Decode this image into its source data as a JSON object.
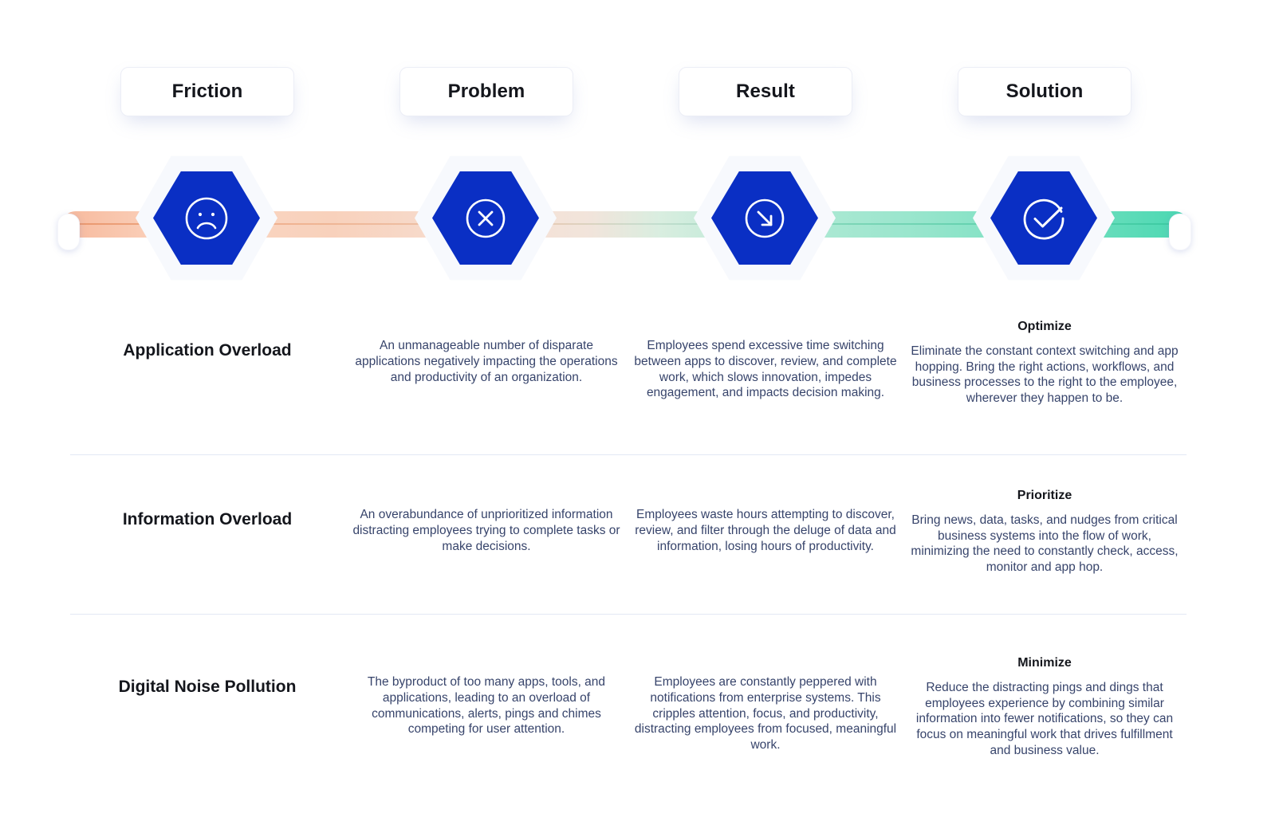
{
  "theme": {
    "hex_blue": "#0a2fc4",
    "hex_halo": "#f7f9fd",
    "rail_start": "#f6b394",
    "rail_end": "#3ad4ab",
    "divider": "#e3e8f4",
    "heading": "#14161c",
    "body_text": "#37446b"
  },
  "header": {
    "chips": [
      {
        "label": "Friction"
      },
      {
        "label": "Problem"
      },
      {
        "label": "Result"
      },
      {
        "label": "Solution"
      }
    ]
  },
  "rail": {
    "nodes": [
      {
        "icon": "sad-face-icon",
        "stage": "Friction"
      },
      {
        "icon": "x-circle-icon",
        "stage": "Problem"
      },
      {
        "icon": "arrow-down-right-circle-icon",
        "stage": "Result"
      },
      {
        "icon": "check-circle-icon",
        "stage": "Solution"
      }
    ]
  },
  "rows": [
    {
      "title": "Application Overload",
      "problem_head": "",
      "problem_body": "An unmanageable number of disparate applications negatively impacting the operations and productivity of an organization.",
      "result_head": "",
      "result_body": "Employees spend excessive time switching between apps to discover, review, and complete work, which slows innovation, impedes engagement, and impacts decision making.",
      "solution_head": "Optimize",
      "solution_body": "Eliminate the constant context switching and app hopping. Bring the right actions, workflows, and business processes to the right to the employee, wherever they happen to be."
    },
    {
      "title": "Information Overload",
      "problem_head": "",
      "problem_body": "An overabundance of unprioritized information distracting employees trying to complete tasks or make decisions.",
      "result_head": "",
      "result_body": "Employees waste hours attempting to discover, review, and filter through the deluge of data and information, losing hours of productivity.",
      "solution_head": "Prioritize",
      "solution_body": "Bring news, data, tasks, and nudges from critical business systems into the flow of work, minimizing the need to constantly check, access, monitor and app hop."
    },
    {
      "title": "Digital Noise Pollution",
      "problem_head": "",
      "problem_body": "The byproduct of too many apps, tools, and applications, leading to an overload of communications, alerts, pings and chimes competing for user attention.",
      "result_head": "",
      "result_body": "Employees are constantly peppered with notifications from enterprise systems. This cripples attention, focus, and productivity, distracting employees from focused, meaningful work.",
      "solution_head": "Minimize",
      "solution_body": "Reduce the distracting pings and dings that employees experience by combining similar information into fewer notifications, so they can focus on meaningful work that drives fulfillment and business value."
    }
  ]
}
